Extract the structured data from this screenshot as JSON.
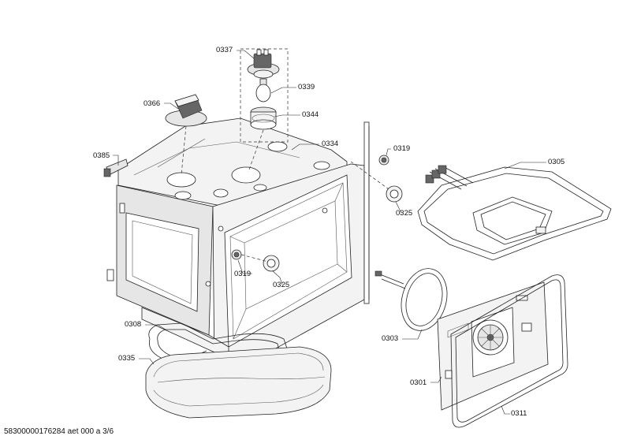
{
  "labels": {
    "p0337": "0337",
    "p0339": "0339",
    "p0366": "0366",
    "p0344": "0344",
    "p0334": "0334",
    "p0319a": "0319",
    "p0385": "0385",
    "p0305": "0305",
    "p0325a": "0325",
    "p0319b": "0319",
    "p0325b": "0325",
    "p0308": "0308",
    "p0303": "0303",
    "p0335": "0335",
    "p0301": "0301",
    "p0311": "0311"
  },
  "footer": "58300000176284 aet 000 a 3/6"
}
